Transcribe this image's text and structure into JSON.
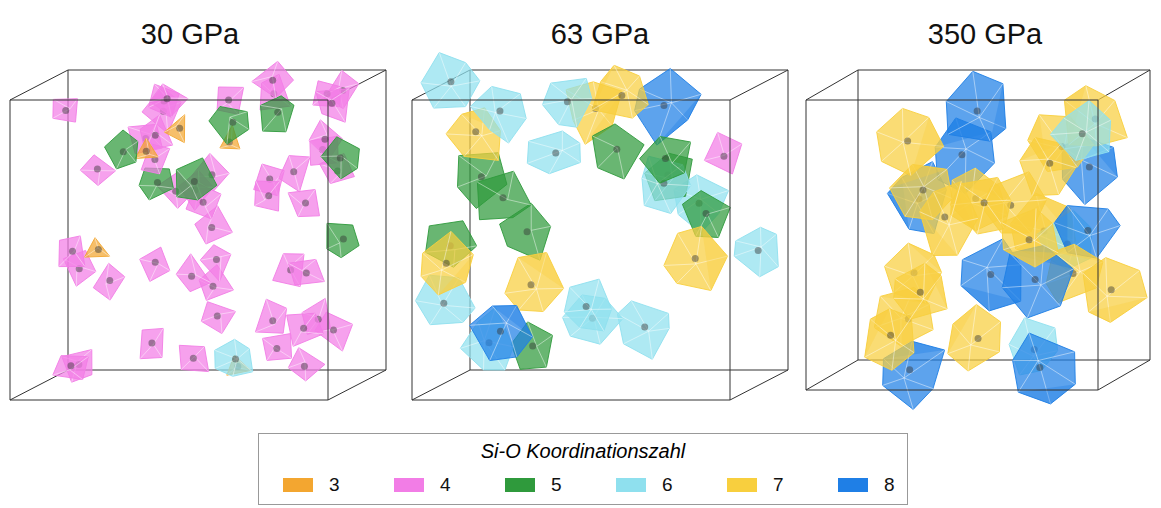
{
  "diagram": {
    "labels": [
      "30 GPa",
      "63 GPa",
      "350 GPa",
      "Si-O Koordinationszahl"
    ],
    "legend": [
      {
        "text": "3",
        "color": "#f3a630"
      },
      {
        "text": "4",
        "color": "#f27de6"
      },
      {
        "text": "5",
        "color": "#2f9a3c"
      },
      {
        "text": "6",
        "color": "#8fe0ee"
      },
      {
        "text": "7",
        "color": "#f8cf3e"
      },
      {
        "text": "8",
        "color": "#1f7fe6"
      }
    ]
  }
}
